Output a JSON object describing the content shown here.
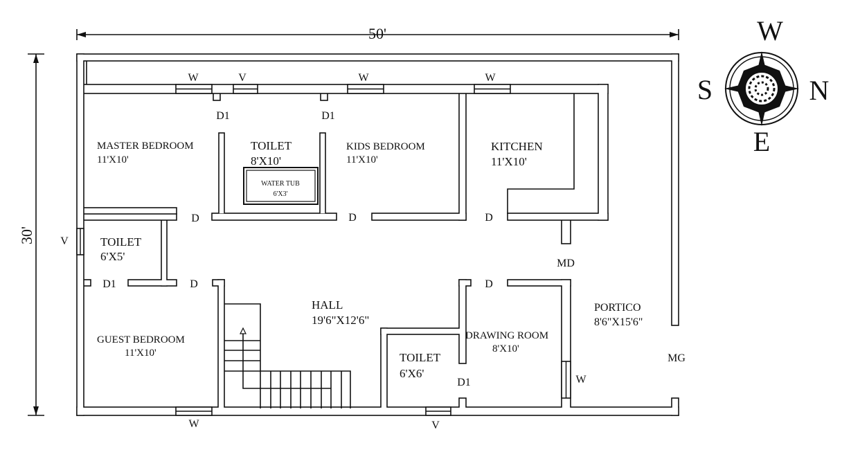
{
  "dimensions": {
    "width": "50'",
    "depth": "30'"
  },
  "compass": {
    "top": "W",
    "left": "S",
    "right": "N",
    "bottom": "E"
  },
  "rooms": {
    "master_bedroom": {
      "name": "MASTER BEDROOM",
      "size": "11'X10'"
    },
    "toilet_attached": {
      "name": "TOILET",
      "size": "8'X10'"
    },
    "water_tub": {
      "name": "WATER TUB",
      "size": "6'X3'"
    },
    "kids_bedroom": {
      "name": "KIDS BEDROOM",
      "size": "11'X10'"
    },
    "kitchen": {
      "name": "KITCHEN",
      "size": "11'X10'"
    },
    "toilet_left": {
      "name": "TOILET",
      "size": "6'X5'"
    },
    "hall": {
      "name": "HALL",
      "size": "19'6\"X12'6\""
    },
    "guest_bedroom": {
      "name": "GUEST BEDROOM",
      "size": "11'X10'"
    },
    "toilet_bottom": {
      "name": "TOILET",
      "size": "6'X6'"
    },
    "drawing_room": {
      "name": "DRAWING ROOM",
      "size": "8'X10'"
    },
    "portico": {
      "name": "PORTICO",
      "size": "8'6\"X15'6\""
    }
  },
  "openings": {
    "w_top_1": "W",
    "v_top": "V",
    "w_top_2": "W",
    "w_top_3": "W",
    "d1_top_1": "D1",
    "d1_top_2": "D1",
    "d_master": "D",
    "d_kids": "D",
    "d_kitchen": "D",
    "v_left": "V",
    "d1_toilet_left": "D1",
    "d_guest": "D",
    "d_drawing": "D",
    "md": "MD",
    "mg": "MG",
    "w_drawing": "W",
    "d1_toilet_bottom": "D1",
    "w_bottom": "W",
    "v_bottom": "V"
  }
}
